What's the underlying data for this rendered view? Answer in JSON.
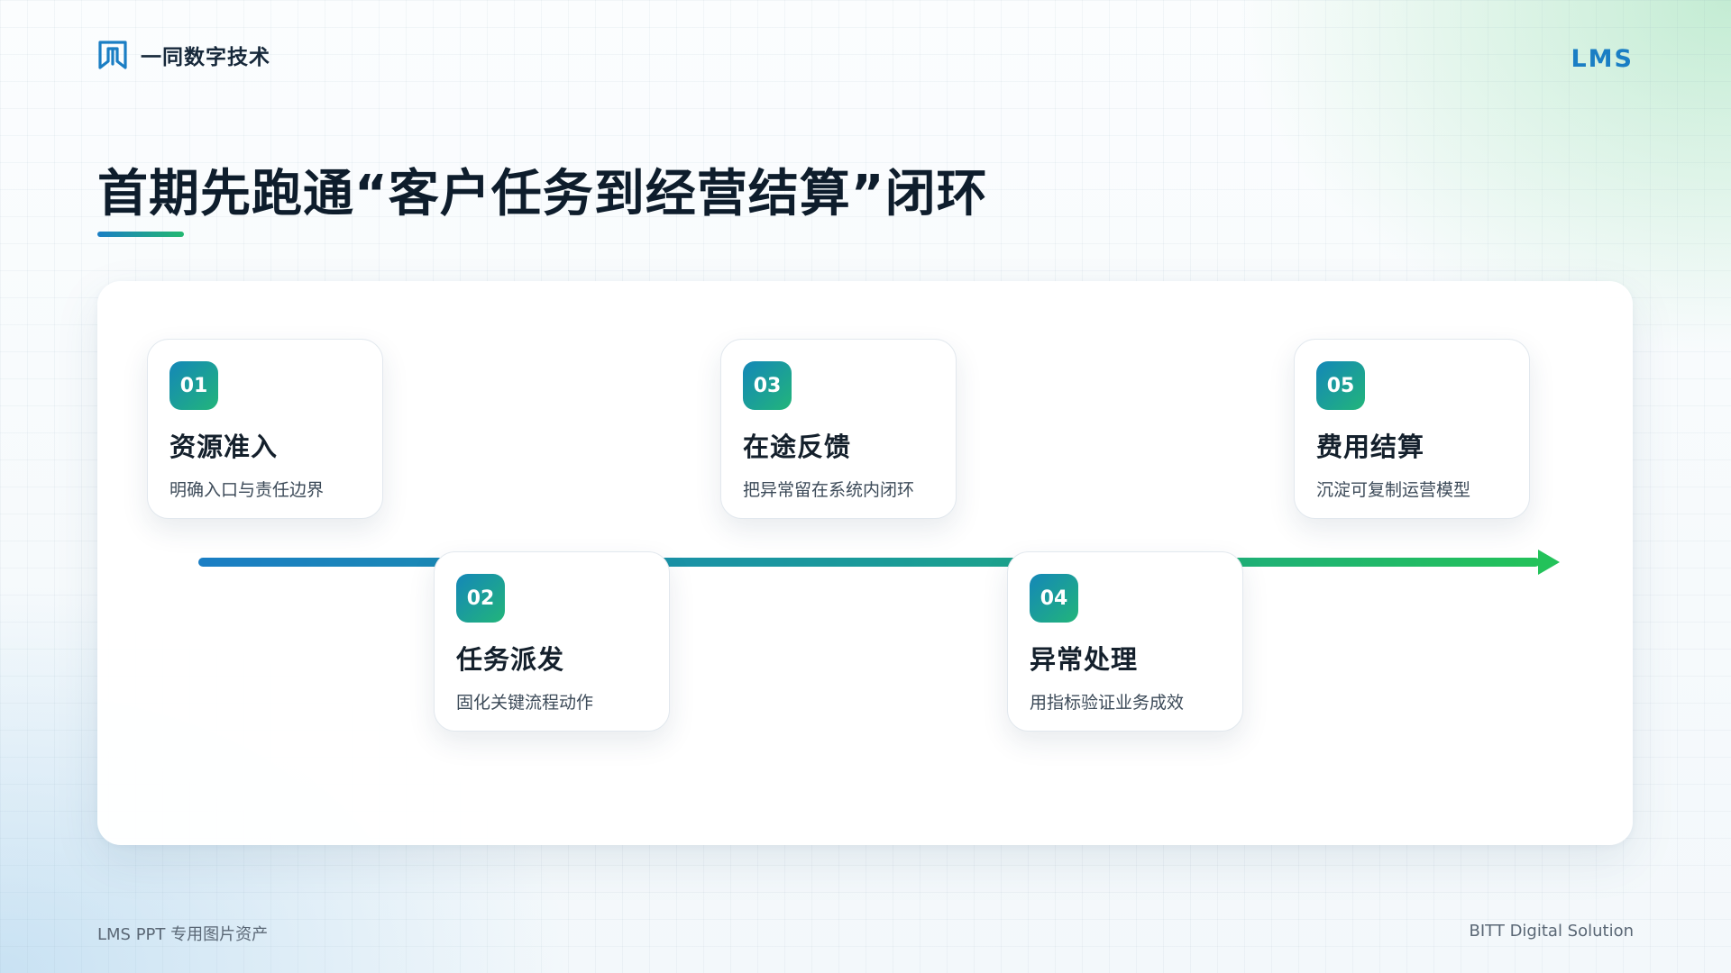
{
  "header": {
    "brand_name": "一同数字技术",
    "brand_logo_icon": "bracket-logo-icon",
    "top_tag": "LMS"
  },
  "title": "首期先跑通“客户任务到经营结算”闭环",
  "steps": [
    {
      "number": "01",
      "title": "资源准入",
      "desc": "明确入口与责任边界"
    },
    {
      "number": "02",
      "title": "任务派发",
      "desc": "固化关键流程动作"
    },
    {
      "number": "03",
      "title": "在途反馈",
      "desc": "把异常留在系统内闭环"
    },
    {
      "number": "04",
      "title": "异常处理",
      "desc": "用指标验证业务成效"
    },
    {
      "number": "05",
      "title": "费用结算",
      "desc": "沉淀可复制运营模型"
    }
  ],
  "footer": {
    "left": "LMS PPT 专用图片资产",
    "right": "BITT Digital Solution"
  },
  "colors": {
    "brand_blue": "#1a7ec4",
    "brand_green": "#23c25a",
    "title_dark": "#0e1d2c"
  }
}
